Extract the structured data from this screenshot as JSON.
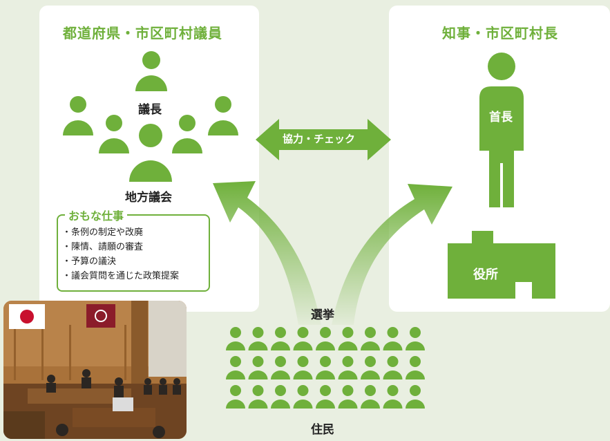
{
  "assembly": {
    "title": "都道府県・市区町村議員",
    "chair_label": "議長",
    "assembly_label": "地方議会",
    "duties_title": "おもな仕事",
    "duties": [
      "・条例の制定や改廃",
      "・陳情、請願の審査",
      "・予算の議決",
      "・議会質問を通じた政策提案"
    ]
  },
  "executive": {
    "title": "知事・市区町村長",
    "head_label": "首長",
    "office_label": "役所"
  },
  "relation_label": "協力・チェック",
  "election_label": "選挙",
  "residents_label": "住民",
  "colors": {
    "accent": "#6fb03b",
    "background": "#e9efe1",
    "panel": "#ffffff"
  }
}
